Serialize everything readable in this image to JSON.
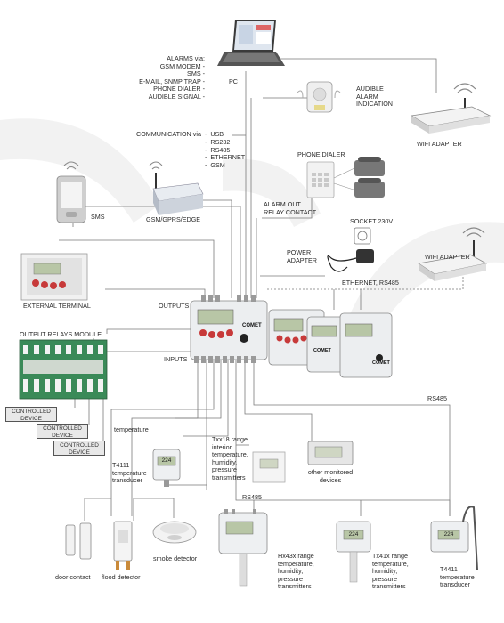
{
  "labels": {
    "alarms_via": "ALARMS via:\nGSM MODEM -\nSMS -\nE-MAIL, SNMP TRAP -\nPHONE DIALER -\nAUDIBLE SIGNAL -",
    "pc": "PC",
    "audible_alarm": "AUDIBLE\nALARM\nINDICATION",
    "wifi_adapter_top": "WIFI ADAPTER",
    "communication_via": "COMMUNICATION via  -  USB",
    "communication_list": "-  RS232\n-  RS485\n-  ETHERNET\n-  GSM",
    "phone_dialer": "PHONE DIALER",
    "sms": "SMS",
    "gsm_gprs_edge": "GSM/GPRS/EDGE",
    "alarm_out": "ALARM OUT\nRELAY CONTACT",
    "socket": "SOCKET 230V",
    "power_adapter": "POWER\nADAPTER",
    "wifi_adapter_mid": "WIFI ADAPTER",
    "ethernet_rs485": "ETHERNET, RS485",
    "external_terminal": "EXTERNAL TERMINAL",
    "outputs": "OUTPUTS",
    "inputs": "INPUTS",
    "output_relays_module": "OUTPUT RELAYS MODULE",
    "controlled_device": "CONTROLLED\nDEVICE",
    "rs485_right": "RS485",
    "temperature": "temperature",
    "t4111": "T4111\ntemperature\ntransducer",
    "txx18": "Txx18 range\ninterior\ntemperature,\nhumidity,\npressure\ntransmitters",
    "other_devices": "other monitored\ndevices",
    "rs485_bottom": "RS485",
    "door_contact": "door contact",
    "flood_detector": "flood detector",
    "smoke_detector": "smoke detector",
    "hx43x": "Hx43x range\ntemperature,\nhumidity,\npressure\ntransmitters",
    "tx41x": "Tx41x range\ntemperature,\nhumidity,\npressure\ntransmitters",
    "t4411": "T4411\ntemperature\ntransducer",
    "comet_logo": "COMET",
    "lcd_value": "224"
  },
  "colors": {
    "line": "#777777",
    "device_body": "#e9eaec",
    "lcd": "#b8c6a6",
    "relay_board": "#3a8a58",
    "button_red": "#c73a3a",
    "watermark": "#f1f1f1"
  }
}
